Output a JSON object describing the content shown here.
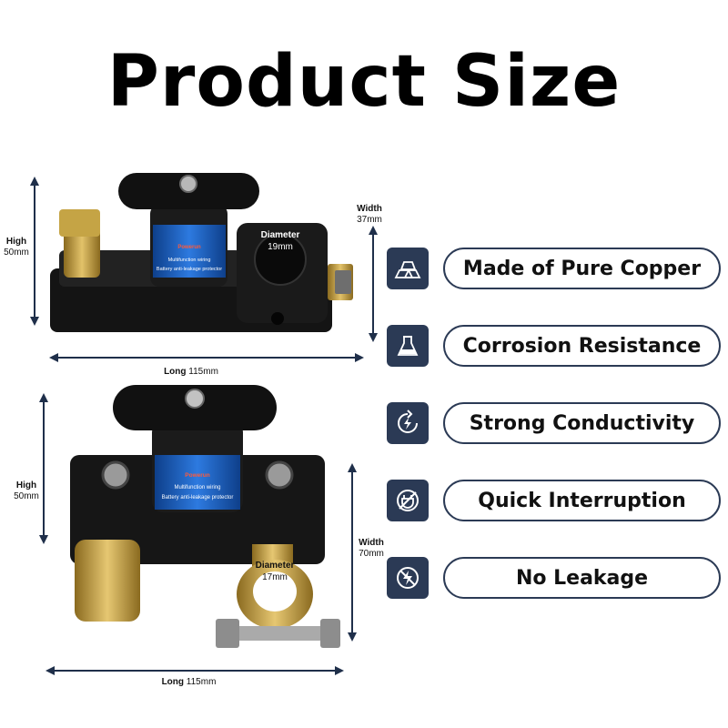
{
  "title": "Product Size",
  "top_product": {
    "high": {
      "label": "High",
      "value": "50mm"
    },
    "width": {
      "label": "Width",
      "value": "37mm"
    },
    "diameter": {
      "label": "Diameter",
      "value": "19mm"
    },
    "long": {
      "label": "Long",
      "value": "115mm"
    },
    "band_brand": "Powerun",
    "band_line1": "Multifunction wiring",
    "band_line2": "Battery anti-leakage protector"
  },
  "bottom_product": {
    "high": {
      "label": "High",
      "value": "50mm"
    },
    "width": {
      "label": "Width",
      "value": "70mm"
    },
    "diameter": {
      "label": "Diameter",
      "value": "17mm"
    },
    "long": {
      "label": "Long",
      "value": "115mm"
    },
    "band_brand": "Powerun",
    "band_line1": "Multifunction wiring",
    "band_line2": "Battery anti-leakage protector"
  },
  "features": [
    {
      "label": "Made of Pure Copper",
      "icon": "copper-bars-icon"
    },
    {
      "label": "Corrosion Resistance",
      "icon": "flask-icon"
    },
    {
      "label": "Strong Conductivity",
      "icon": "lightning-cycle-icon"
    },
    {
      "label": "Quick Interruption",
      "icon": "plug-off-icon"
    },
    {
      "label": "No Leakage",
      "icon": "no-lightning-icon"
    }
  ],
  "colors": {
    "navy": "#2b3a55",
    "band_blue": "#1c5fc2",
    "brass": "#c9a23a",
    "body_black": "#1a1a1a"
  }
}
